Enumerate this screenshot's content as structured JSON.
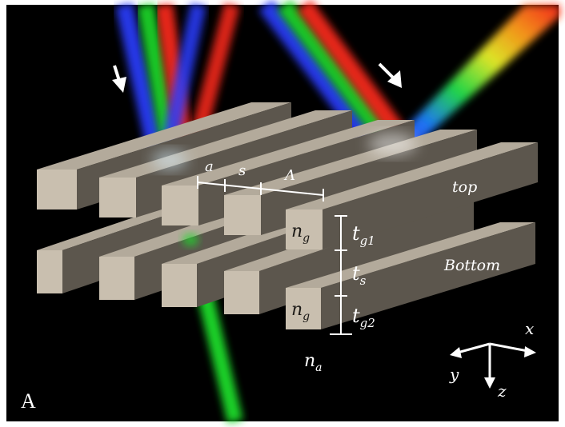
{
  "figure": {
    "panel_label": "A",
    "labels": {
      "a": "a",
      "s": "s",
      "period": "Λ",
      "top": "top",
      "bottom": "Bottom",
      "ng_top": "n",
      "ng_top_sub": "g",
      "ng_bottom": "n",
      "ng_bottom_sub": "g",
      "tg1": "t",
      "tg1_sub": "g1",
      "ts": "t",
      "ts_sub": "s",
      "tg2": "t",
      "tg2_sub": "g2",
      "na": "n",
      "na_sub": "a"
    },
    "axes": {
      "x": "x",
      "y": "y",
      "z": "z"
    },
    "colors": {
      "background": "#000000",
      "bar_front": "#c9bfaf",
      "bar_top": "#b3aa9b",
      "bar_side": "#5c564d",
      "beam_red": "#ff2a1a",
      "beam_green": "#1fdc2a",
      "beam_blue": "#2a3cff"
    },
    "icons": [
      "incident-arrow-icon",
      "incident-arrow-icon",
      "axis-triad-icon"
    ]
  }
}
